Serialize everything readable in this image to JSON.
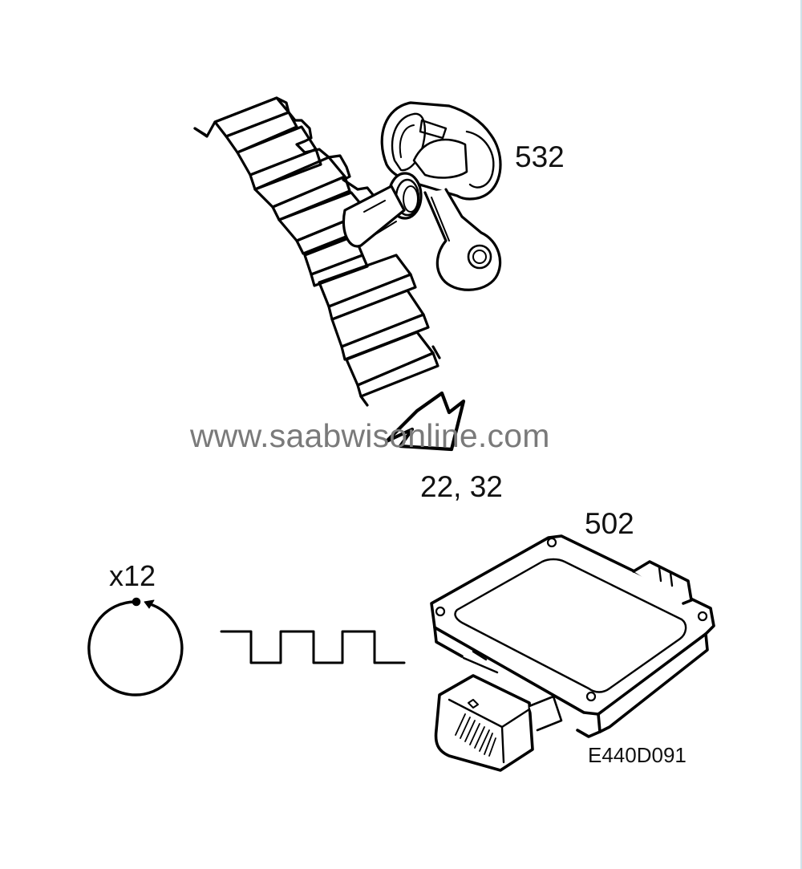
{
  "diagram": {
    "background": "#ffffff",
    "line_color": "#000000",
    "callouts": {
      "sensor": "532",
      "control_module": "502",
      "pins": "22, 32",
      "pulses": "x12"
    },
    "watermark": "www.saabwisonline.com",
    "watermark_color": "#7a7a7a",
    "figure_id": "E440D091",
    "components": [
      {
        "id": "532",
        "name": "sensor with connector mounted at toothed wheel"
      },
      {
        "id": "502",
        "name": "control module with multi-pin connector"
      }
    ],
    "signal": {
      "type": "square-wave",
      "cycles": 3
    },
    "rotation": {
      "direction": "clockwise",
      "count_label": "x12"
    }
  }
}
